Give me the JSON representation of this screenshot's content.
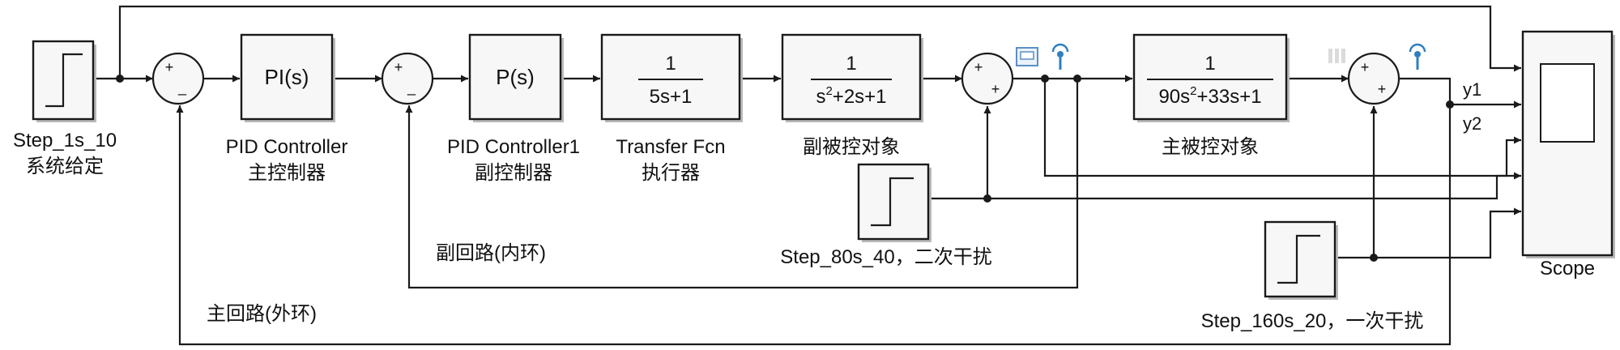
{
  "blocks": {
    "step_1s": {
      "name": "Step_1s_10",
      "desc": "系统给定"
    },
    "pid_main": {
      "body": "PI(s)",
      "name": "PID Controller",
      "desc": "主控制器"
    },
    "pid_sub": {
      "body": "P(s)",
      "name": "PID Controller1",
      "desc": "副控制器"
    },
    "tf_actuator": {
      "num": "1",
      "den": "5s+1",
      "name": "Transfer Fcn",
      "desc": "执行器"
    },
    "tf_secondary": {
      "num": "1",
      "den_a": "s",
      "den_exp": "2",
      "den_b": "+2s+1",
      "desc": "副被控对象"
    },
    "tf_primary": {
      "num": "1",
      "den_a": "90s",
      "den_exp": "2",
      "den_b": "+33s+1",
      "desc": "主被控对象"
    },
    "step_80s": {
      "name": "Step_80s_40，二次干扰"
    },
    "step_160s": {
      "name": "Step_160s_20，一次干扰"
    },
    "scope": {
      "name": "Scope"
    }
  },
  "sums": {
    "sum1": {
      "top": "+",
      "bottom": "_"
    },
    "sum2": {
      "top": "+",
      "bottom": "_"
    },
    "sum3": {
      "top": "+",
      "bottom": "+"
    },
    "sum4": {
      "top": "+",
      "bottom": "+"
    }
  },
  "loops": {
    "inner": "副回路(内环)",
    "outer": "主回路(外环)"
  },
  "signals": {
    "y1": "y1",
    "y2": "y2"
  },
  "icons": [
    "port-viewer-icon",
    "signal-log-icon"
  ],
  "colors": {
    "stroke": "#1a1a1a",
    "block_fill": "#f7f7f7",
    "log_icon": "#2e7fc0"
  }
}
